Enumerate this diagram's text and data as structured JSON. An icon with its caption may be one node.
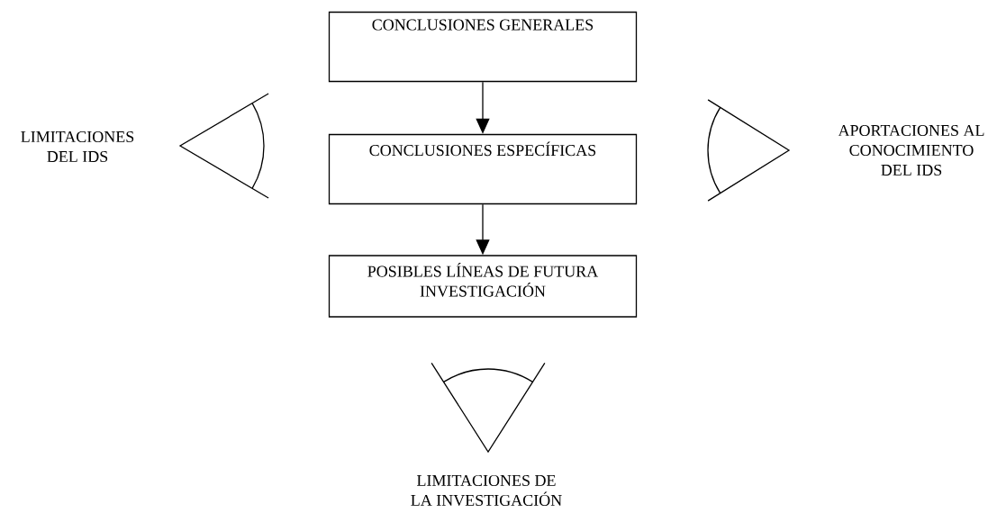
{
  "diagram": {
    "nodes": [
      {
        "text": [
          "CONCLUSIONES GENERALES"
        ]
      },
      {
        "text": [
          "CONCLUSIONES ESPECÍFICAS"
        ]
      },
      {
        "text": [
          "POSIBLES LÍNEAS DE FUTURA INVESTIGACIÓN"
        ]
      }
    ],
    "edges": [
      {
        "from": 0,
        "to": 1,
        "arrow": "to"
      },
      {
        "from": 1,
        "to": 2,
        "arrow": "to"
      }
    ],
    "labels": [
      "LIMITACIONES DEL IDS",
      "APORTACIONES AL CONOCIMIENTO DEL IDS",
      "LIMITACIONES DE LA INVESTIGACIÓN"
    ]
  }
}
